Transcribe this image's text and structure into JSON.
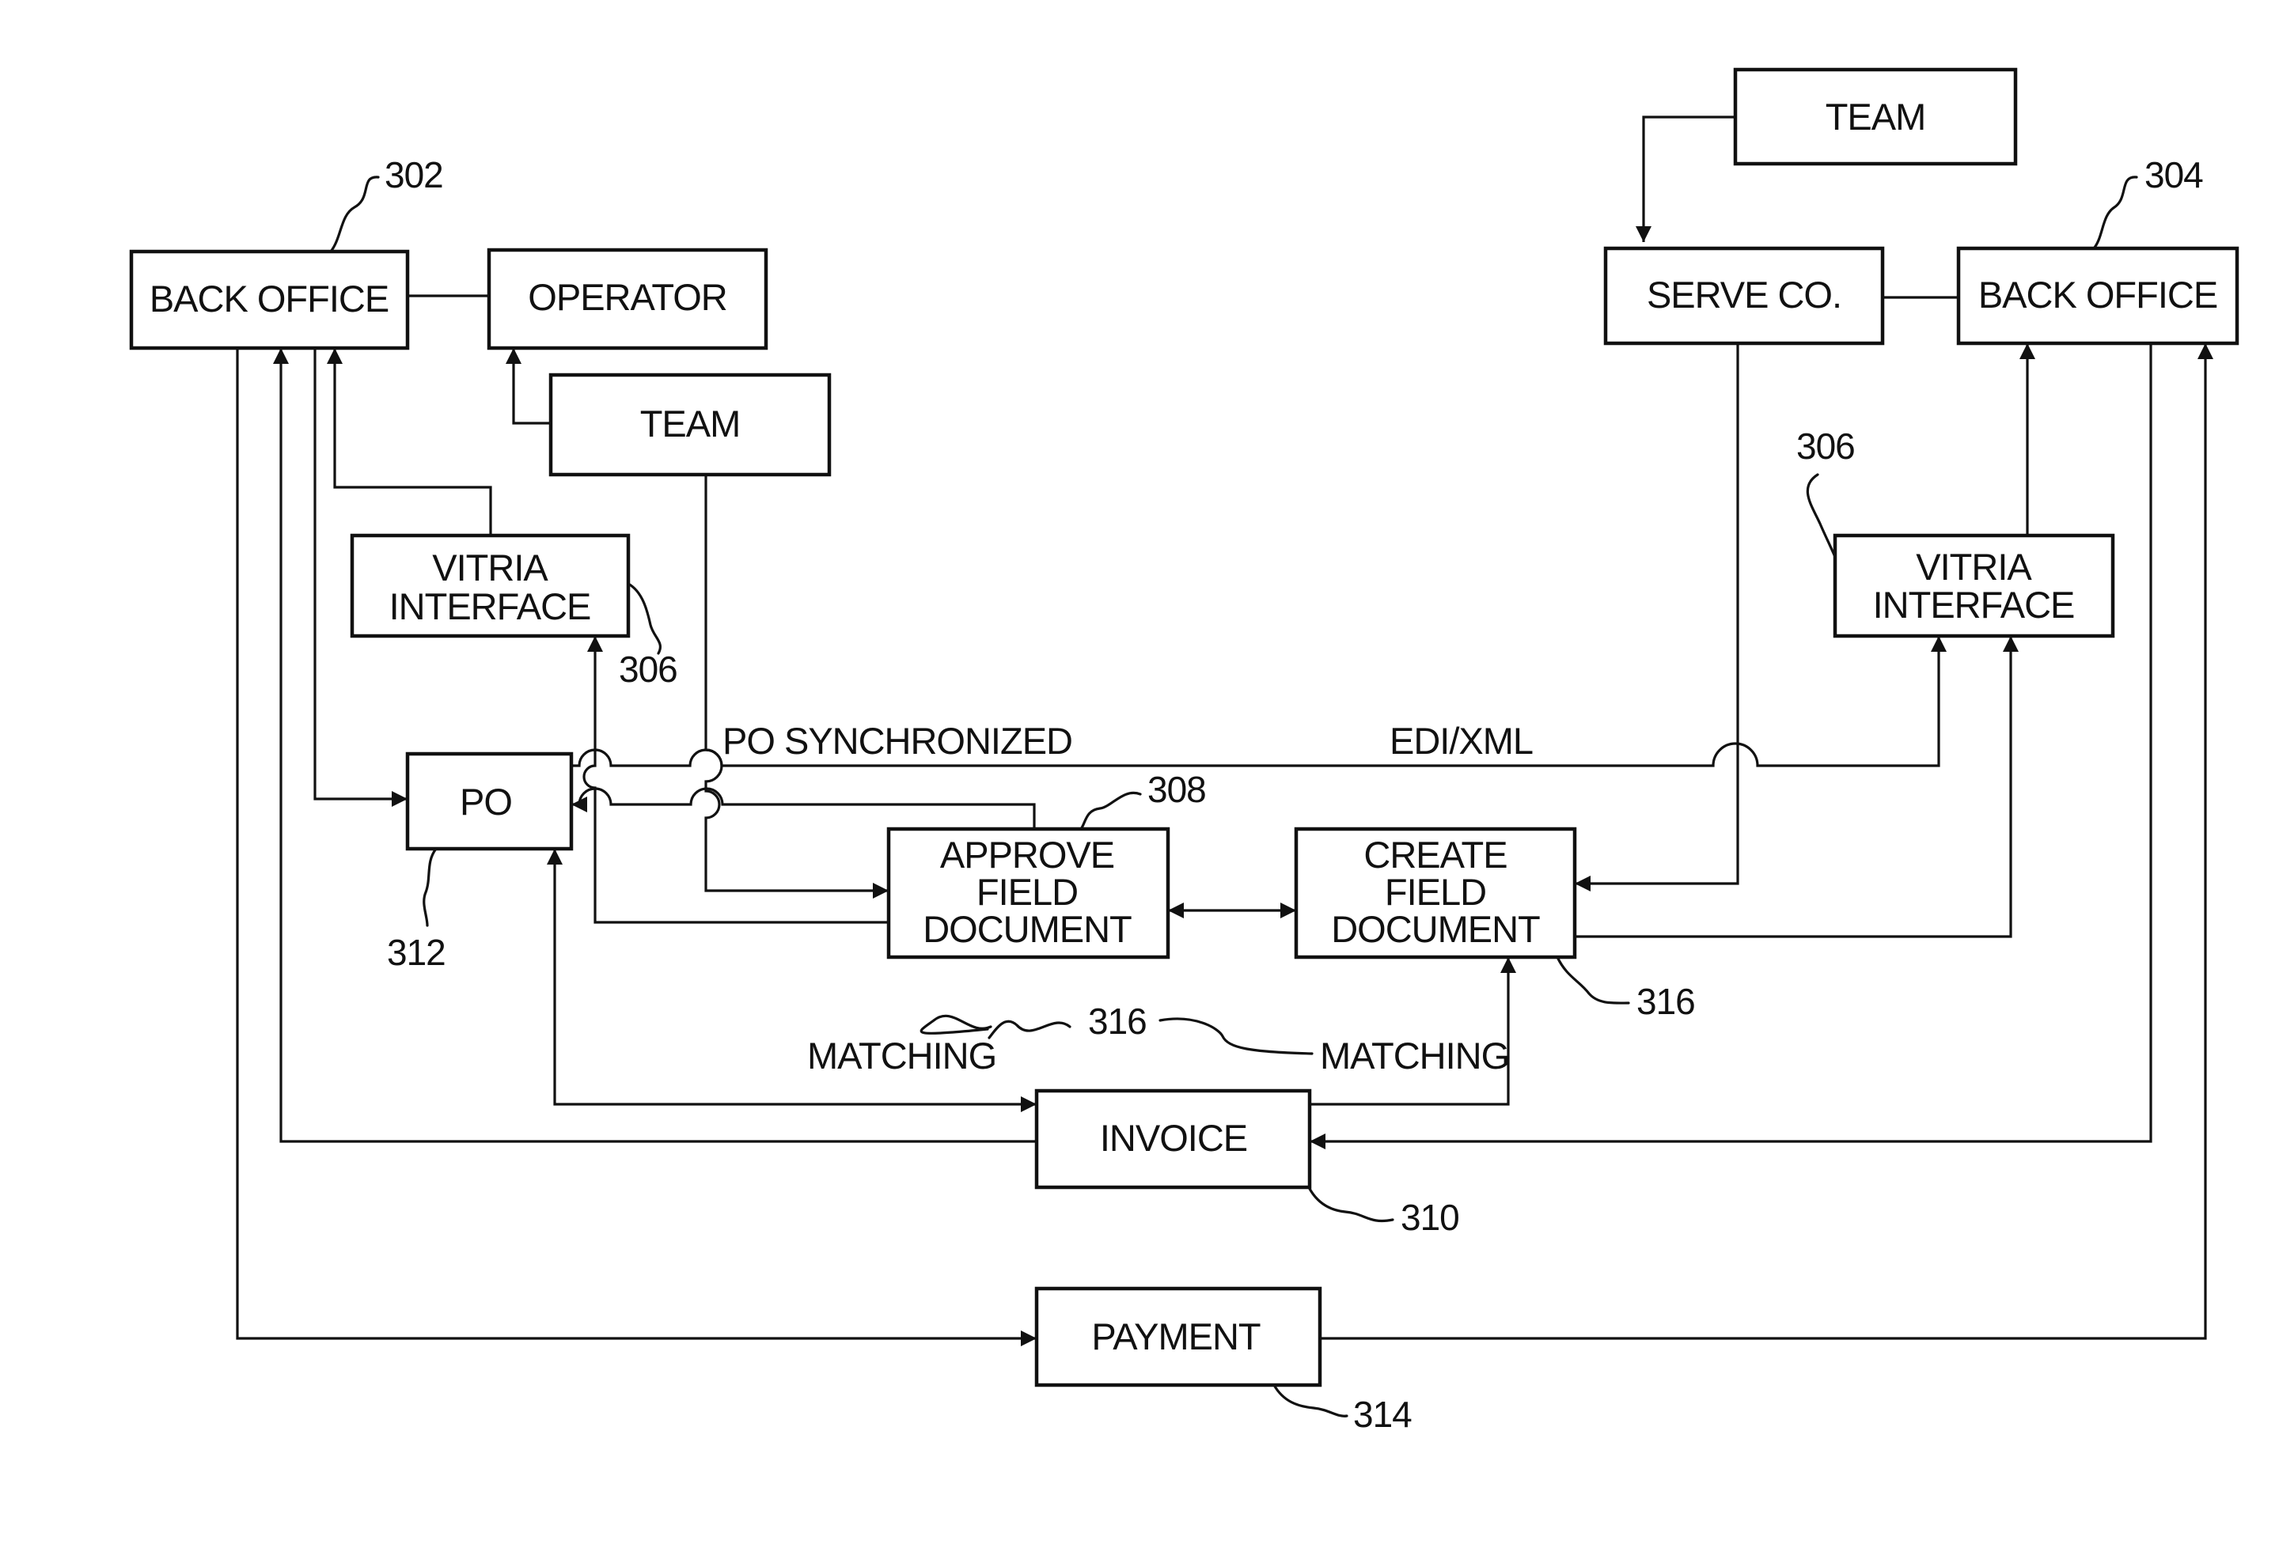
{
  "diagram": {
    "nodes": {
      "back_office_left": {
        "lines": [
          "BACK OFFICE"
        ],
        "ref": "302"
      },
      "operator": {
        "lines": [
          "OPERATOR"
        ]
      },
      "team_left": {
        "lines": [
          "TEAM"
        ]
      },
      "vitria_left": {
        "lines": [
          "VITRIA",
          "INTERFACE"
        ],
        "ref": "306"
      },
      "po": {
        "lines": [
          "PO"
        ],
        "ref": "312"
      },
      "approve": {
        "lines": [
          "APPROVE",
          "FIELD",
          "DOCUMENT"
        ],
        "ref": "308"
      },
      "create": {
        "lines": [
          "CREATE",
          "FIELD",
          "DOCUMENT"
        ],
        "ref": "316"
      },
      "invoice": {
        "lines": [
          "INVOICE"
        ],
        "ref": "310"
      },
      "payment": {
        "lines": [
          "PAYMENT"
        ],
        "ref": "314"
      },
      "team_right": {
        "lines": [
          "TEAM"
        ]
      },
      "serve_co": {
        "lines": [
          "SERVE CO."
        ]
      },
      "back_office_right": {
        "lines": [
          "BACK OFFICE"
        ],
        "ref": "304"
      },
      "vitria_right": {
        "lines": [
          "VITRIA",
          "INTERFACE"
        ],
        "ref": "306"
      }
    },
    "flow_labels": {
      "po_synchronized": "PO SYNCHRONIZED",
      "edi_xml": "EDI/XML",
      "matching_left": "MATCHING",
      "matching_right": "MATCHING",
      "matching_ref": "316"
    }
  }
}
